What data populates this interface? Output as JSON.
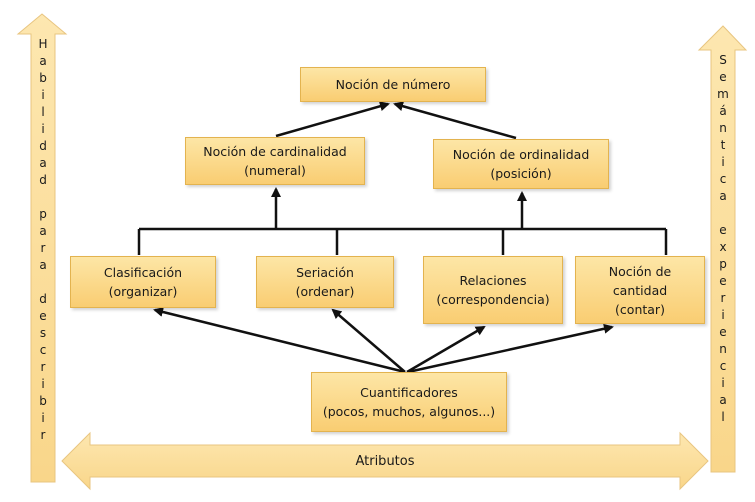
{
  "boxes": {
    "numero": {
      "line1": "Noción de número"
    },
    "cardinal": {
      "line1": "Noción de cardinalidad",
      "line2": "(numeral)"
    },
    "ordinal": {
      "line1": "Noción de ordinalidad",
      "line2": "(posición)"
    },
    "clasif": {
      "line1": "Clasificación",
      "line2": "(organizar)"
    },
    "seriacion": {
      "line1": "Seriación",
      "line2": "(ordenar)"
    },
    "relaciones": {
      "line1": "Relaciones",
      "line2": "(correspondencia)"
    },
    "cantidad": {
      "line1": "Noción de",
      "line2": "cantidad",
      "line3": "(contar)"
    },
    "cuantif": {
      "line1": "Cuantificadores",
      "line2": "(pocos, muchos, algunos...)"
    }
  },
  "arrows": {
    "left_vertical": "Habilidad para describir",
    "right_vertical": "Semántica experiencial",
    "bottom_horizontal": "Atributos"
  },
  "colors": {
    "box_fill": "#fbd98b",
    "box_border": "#e3b34f",
    "big_arrow_fill": "#fce0a0",
    "line": "#111111"
  }
}
